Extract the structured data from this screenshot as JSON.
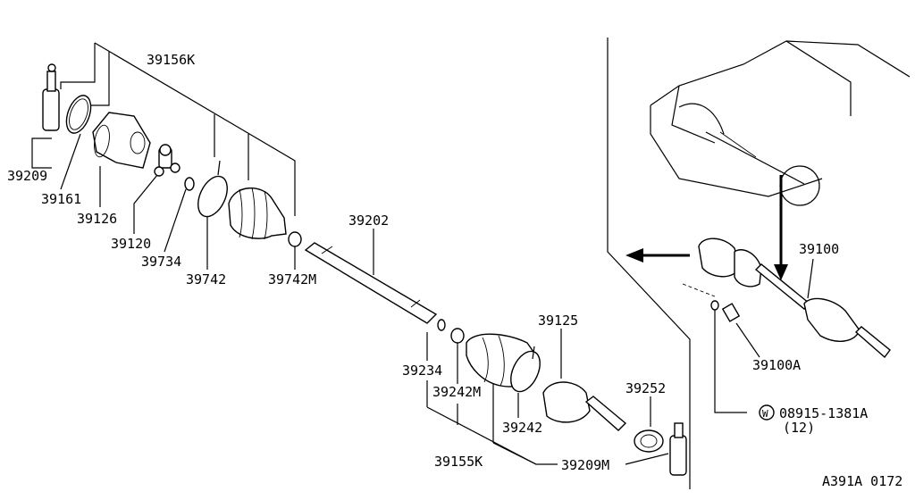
{
  "diagram": {
    "part_labels": {
      "p39156K": "39156K",
      "p39209": "39209",
      "p39161": "39161",
      "p39126": "39126",
      "p39120": "39120",
      "p39734": "39734",
      "p39742": "39742",
      "p39742M": "39742M",
      "p39202": "39202",
      "p39234": "39234",
      "p39242M": "39242M",
      "p39242": "39242",
      "p39155K": "39155K",
      "p39125": "39125",
      "p39252": "39252",
      "p39209M": "39209M",
      "p39100": "39100",
      "p39100A": "39100A",
      "p08915": "08915-1381A",
      "p08915_qty": "(12)",
      "washer_symbol": "W"
    },
    "drawing_code": "A391A 0172"
  }
}
